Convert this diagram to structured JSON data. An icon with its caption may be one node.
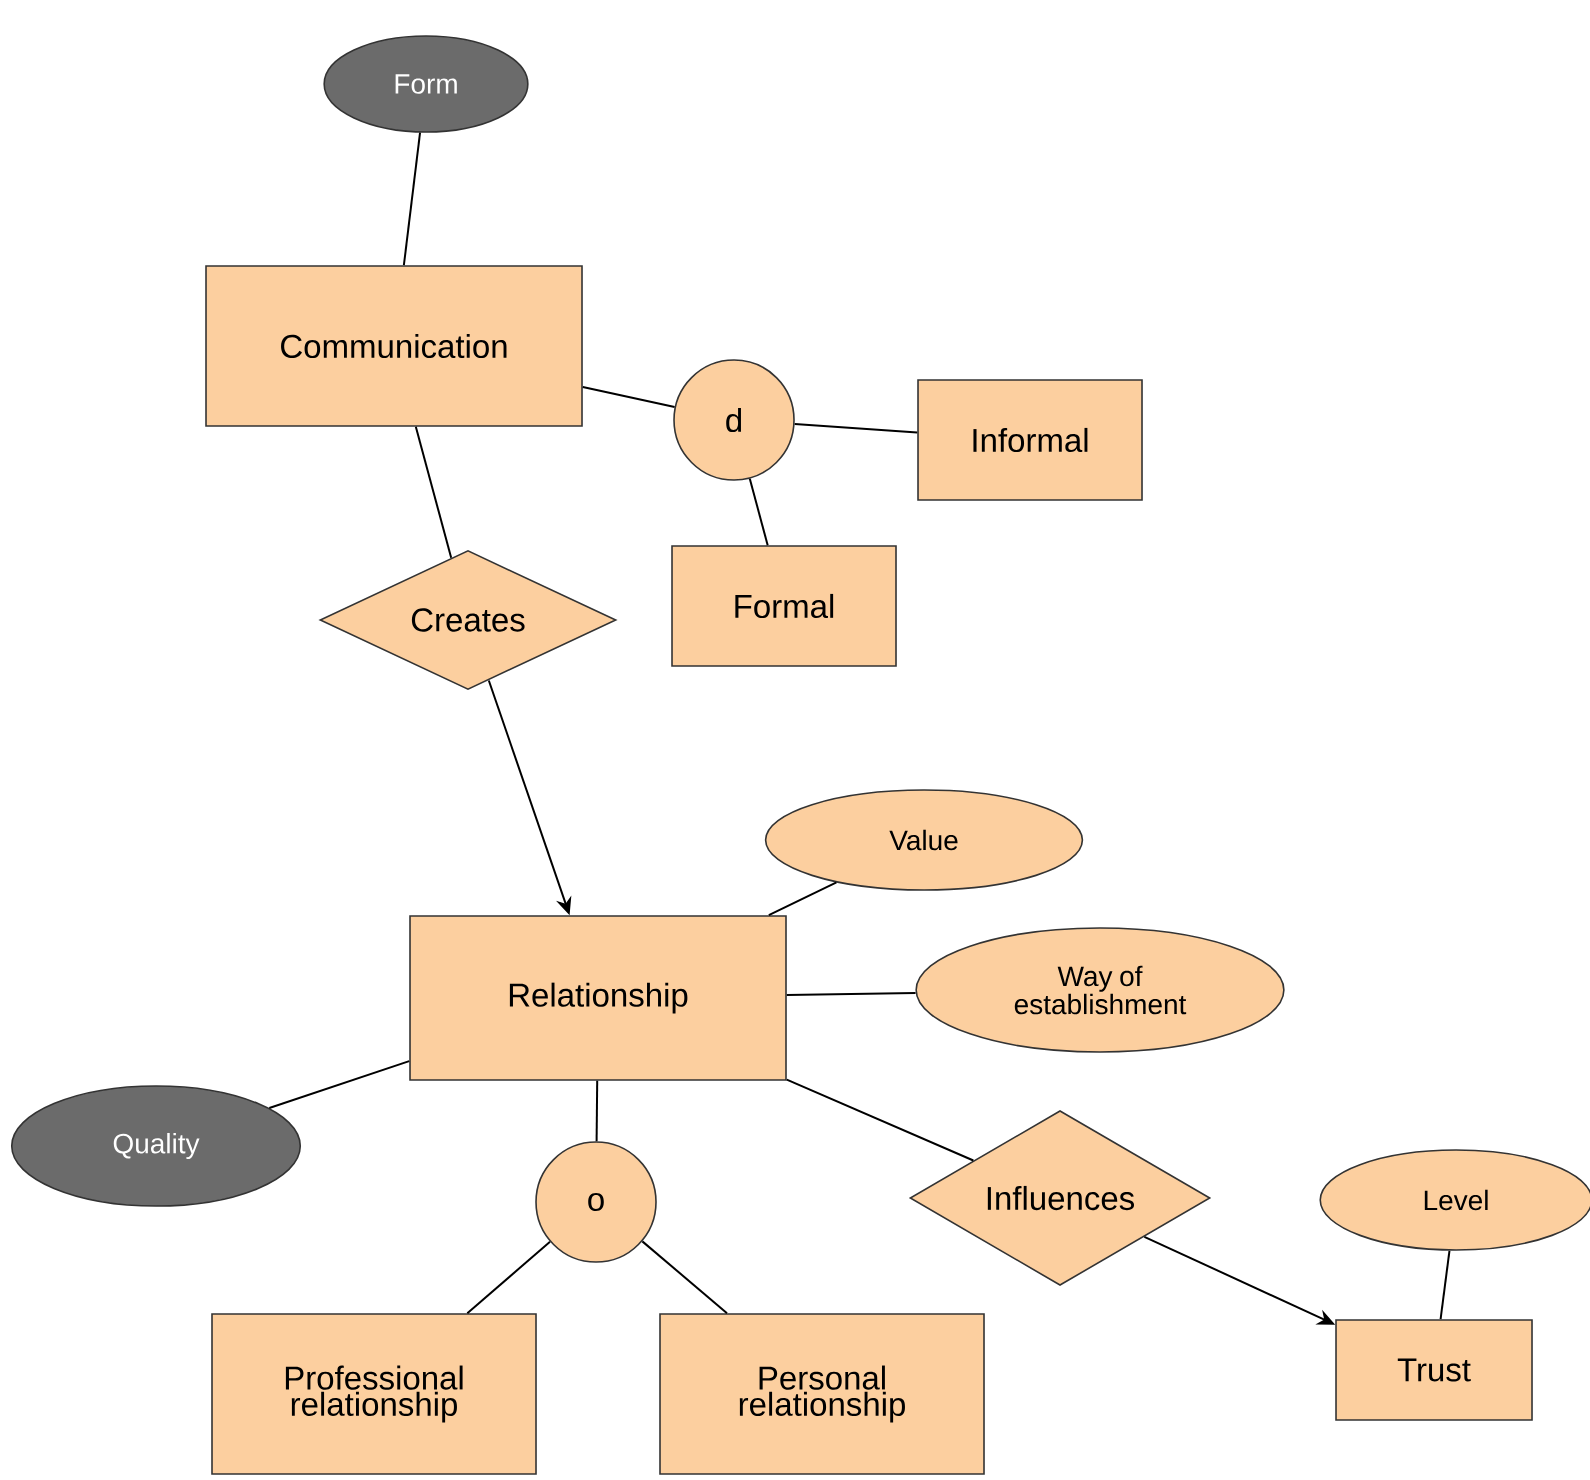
{
  "diagram": {
    "nodes": [
      {
        "text": [
          "Form"
        ]
      },
      {
        "text": [
          "Communication"
        ]
      },
      {
        "text": [
          "d"
        ]
      },
      {
        "text": [
          "Informal"
        ]
      },
      {
        "text": [
          "Formal"
        ]
      },
      {
        "text": [
          "Creates"
        ]
      },
      {
        "text": [
          "Relationship"
        ]
      },
      {
        "text": [
          "Value"
        ]
      },
      {
        "text": [
          "Way of establishment"
        ]
      },
      {
        "text": [
          "Quality"
        ]
      },
      {
        "text": [
          "o"
        ]
      },
      {
        "text": [
          "Influences"
        ]
      },
      {
        "text": [
          "Level"
        ]
      },
      {
        "text": [
          "Professional relationship"
        ]
      },
      {
        "text": [
          "Personal relationship"
        ]
      },
      {
        "text": [
          "Trust"
        ]
      }
    ],
    "edges": [
      {
        "from": 0,
        "to": 1,
        "arrow": "none"
      },
      {
        "from": 1,
        "to": 2,
        "arrow": "none"
      },
      {
        "from": 2,
        "to": 3,
        "arrow": "none"
      },
      {
        "from": 2,
        "to": 4,
        "arrow": "none"
      },
      {
        "from": 1,
        "to": 5,
        "arrow": "none"
      },
      {
        "from": 5,
        "to": 6,
        "arrow": "to"
      },
      {
        "from": 6,
        "to": 7,
        "arrow": "none"
      },
      {
        "from": 6,
        "to": 8,
        "arrow": "none"
      },
      {
        "from": 6,
        "to": 9,
        "arrow": "none"
      },
      {
        "from": 6,
        "to": 10,
        "arrow": "none"
      },
      {
        "from": 10,
        "to": 13,
        "arrow": "none"
      },
      {
        "from": 10,
        "to": 14,
        "arrow": "none"
      },
      {
        "from": 6,
        "to": 11,
        "arrow": "none"
      },
      {
        "from": 11,
        "to": 15,
        "arrow": "to"
      },
      {
        "from": 12,
        "to": 15,
        "arrow": "none"
      }
    ]
  }
}
